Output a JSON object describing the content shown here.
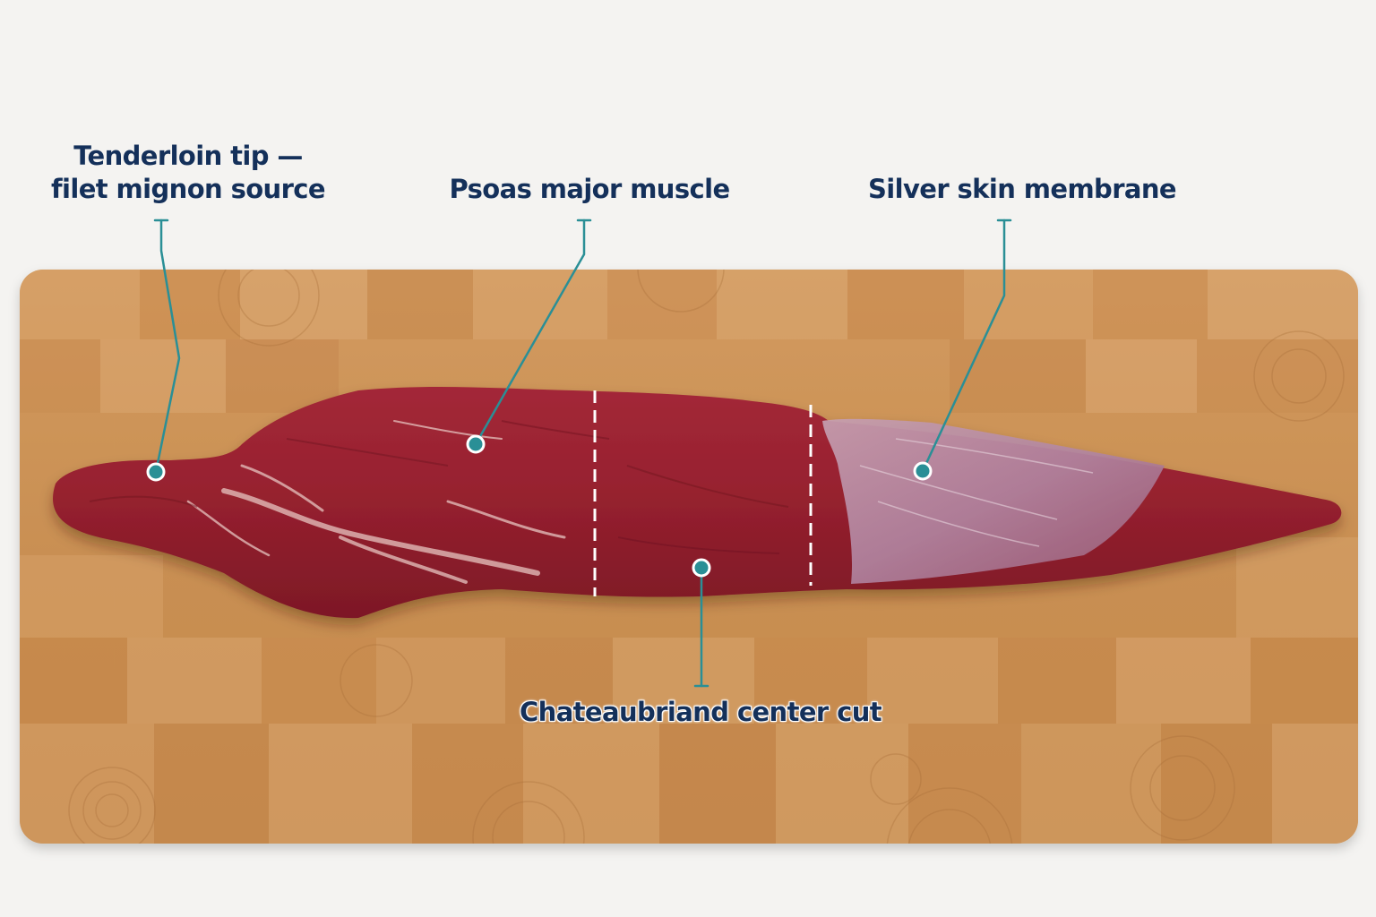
{
  "callouts": {
    "tenderloin_tip_line1": "Tenderloin tip —",
    "tenderloin_tip_line2": "filet mignon source",
    "psoas_major": "Psoas major muscle",
    "silver_skin": "Silver skin membrane",
    "chateaubriand": "Chateaubriand center cut"
  },
  "colors": {
    "label_text": "#14305a",
    "leader_line": "#2a8f96",
    "board": "#c98f52",
    "meat": "#9e2331",
    "silver_skin": "#b78a9e",
    "background": "#f4f3f1"
  }
}
